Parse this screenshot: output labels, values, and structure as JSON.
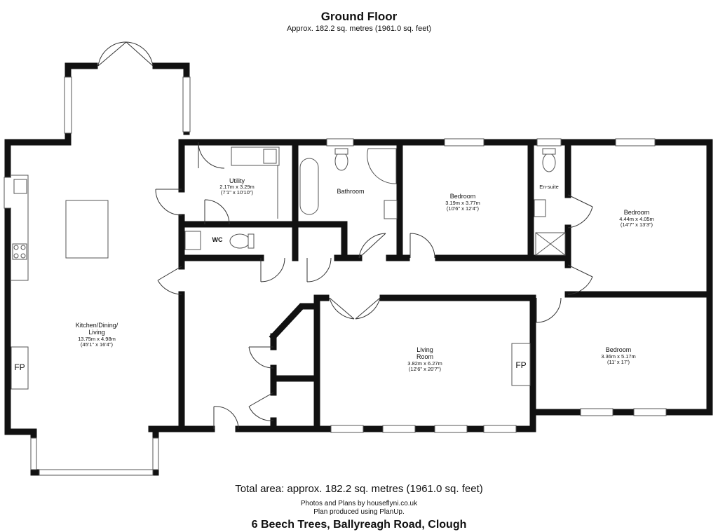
{
  "header": {
    "title": "Ground Floor",
    "subtitle": "Approx. 182.2 sq. metres (1961.0 sq. feet)"
  },
  "rooms": {
    "kitchen": {
      "name_line1": "Kitchen/Dining/",
      "name_line2": "Living",
      "dim_m": "13.75m x 4.98m",
      "dim_ft": "(45'1\" x 16'4\")"
    },
    "utility": {
      "name": "Utility",
      "dim_m": "2.17m x 3.29m",
      "dim_ft": "(7'1\" x 10'10\")"
    },
    "wc": {
      "name": "WC"
    },
    "bathroom": {
      "name": "Bathroom"
    },
    "bedroom1": {
      "name": "Bedroom",
      "dim_m": "3.19m x 3.77m",
      "dim_ft": "(10'6\" x 12'4\")"
    },
    "ensuite": {
      "name": "En-suite"
    },
    "bedroom2": {
      "name": "Bedroom",
      "dim_m": "4.44m x 4.05m",
      "dim_ft": "(14'7\" x 13'3\")"
    },
    "living": {
      "name_line1": "Living",
      "name_line2": "Room",
      "dim_m": "3.82m x 6.27m",
      "dim_ft": "(12'6\" x 20'7\")"
    },
    "bedroom3": {
      "name": "Bedroom",
      "dim_m": "3.36m x 5.17m",
      "dim_ft": "(11' x 17')"
    }
  },
  "fireplaces": {
    "kitchen_label": "FP",
    "living_label": "FP"
  },
  "footer": {
    "total_area": "Total area: approx. 182.2 sq. metres (1961.0 sq. feet)",
    "credit_line1": "Photos and Plans by houseflyni.co.uk",
    "credit_line2": "Plan produced using PlanUp.",
    "address": "6 Beech Trees, Ballyreagh Road, Clough"
  },
  "colors": {
    "wall": "#111111",
    "background": "#ffffff",
    "fixture": "#555555"
  }
}
